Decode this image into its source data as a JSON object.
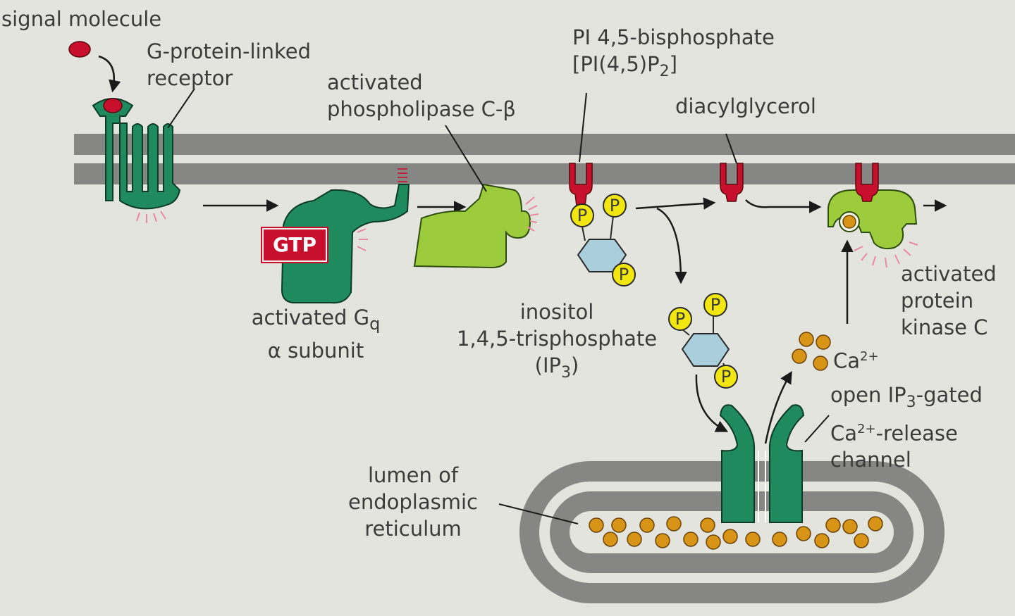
{
  "labels": {
    "signal_molecule": "signal molecule",
    "receptor_line1": "G-protein-linked",
    "receptor_line2": "receptor",
    "plc_line1": "activated",
    "plc_line2": "phospholipase C-β",
    "pip2_line1": "PI 4,5-bisphosphate",
    "pip2_line2": "[PI(4,5)P",
    "pip2_sub": "2",
    "pip2_close": "]",
    "dag": "diacylglycerol",
    "gq_line1": "activated G",
    "gq_sub": "q",
    "gq_line2": "α subunit",
    "ip3_line1": "inositol",
    "ip3_line2": "1,4,5-trisphosphate",
    "ip3_line3_open": "(IP",
    "ip3_line3_sub": "3",
    "ip3_line3_close": ")",
    "pkc_line1": "activated",
    "pkc_line2": "protein",
    "pkc_line3": "kinase C",
    "ca": "Ca",
    "ca_sup": "2+",
    "channel_line1_a": "open IP",
    "channel_line1_sub": "3",
    "channel_line1_b": "-gated",
    "channel_line2_a": "Ca",
    "channel_line2_sup": "2+",
    "channel_line2_b": "-release",
    "channel_line3": "channel",
    "er_line1": "lumen of",
    "er_line2": "endoplasmic",
    "er_line3": "reticulum",
    "gtp": "GTP",
    "phosphate": "P"
  },
  "colors": {
    "background": "#e4e4df",
    "membrane": "#868784",
    "dark_green": "#1e8a5e",
    "light_green": "#9ccc3c",
    "red": "#c8102e",
    "phosphate_yellow": "#f1e60f",
    "inositol_blue": "#a9cfdd",
    "calcium_orange": "#d89417",
    "glow_pink": "#e78aa2"
  }
}
